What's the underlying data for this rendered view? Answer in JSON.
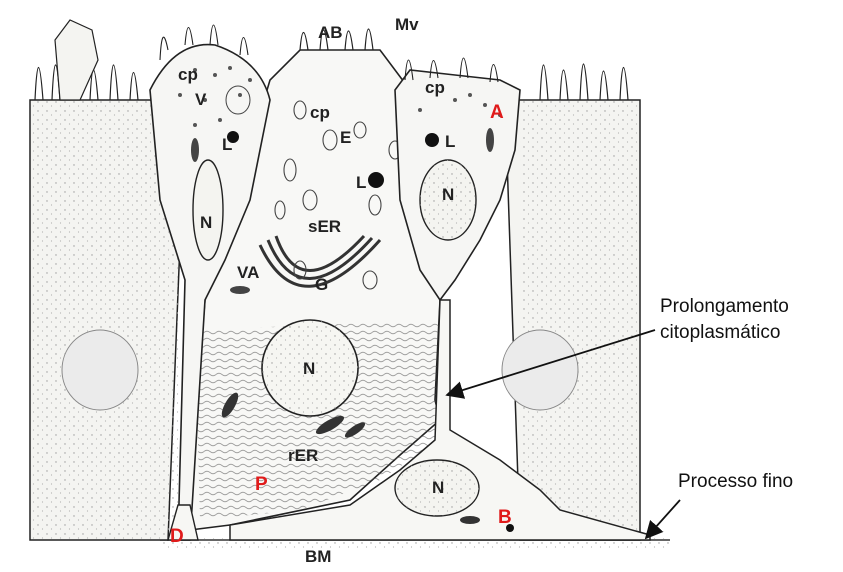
{
  "figure": {
    "structure_labels": {
      "ab": "AB",
      "mv": "Mv",
      "cp_left": "cp",
      "cp_center": "cp",
      "cp_right": "cp",
      "v": "V",
      "e": "E",
      "l_left": "L",
      "l_center": "L",
      "l_right": "L",
      "n_left": "N",
      "n_right_upper": "N",
      "n_center": "N",
      "n_lower": "N",
      "ser": "sER",
      "va": "VA",
      "g": "G",
      "rer": "rER",
      "bm": "BM"
    },
    "cell_labels": {
      "a": "A",
      "b": "B",
      "d": "D",
      "p": "P"
    },
    "callouts": {
      "prolongamento_line1": "Prolongamento",
      "prolongamento_line2": "citoplasmático",
      "processo_fino": "Processo fino"
    },
    "colors": {
      "ink": "#222222",
      "cell_fill": "#f4f4f1",
      "highlight_label": "#e01b1b"
    }
  }
}
